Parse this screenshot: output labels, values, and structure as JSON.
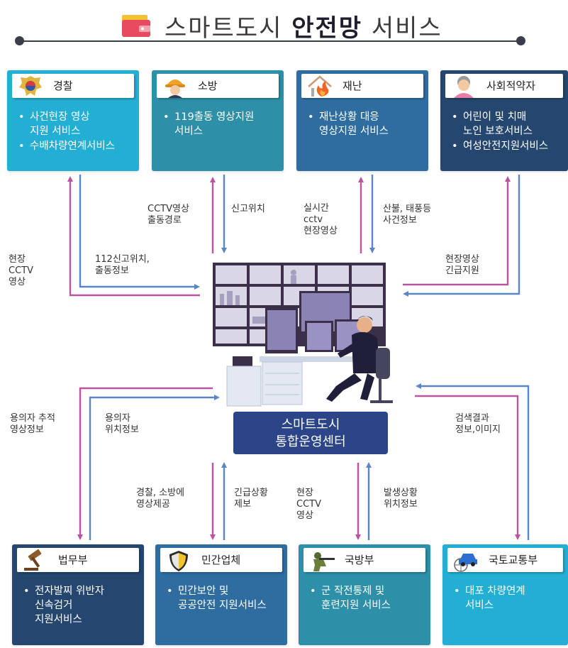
{
  "title": {
    "prefix": "스마트도시 ",
    "bold": "안전망",
    "suffix": " 서비스"
  },
  "center": {
    "line1": "스마트도시",
    "line2": "통합운영센터"
  },
  "top_agencies": [
    {
      "name": "경찰",
      "items": [
        "사건현장 영상",
        "지원 서비스",
        "수배차량연계서비스"
      ],
      "color": "#23aed3",
      "icon": "police-badge-icon"
    },
    {
      "name": "소방",
      "items": [
        "119출동 영상지원",
        "서비스"
      ],
      "color": "#2d8fa8",
      "icon": "firefighter-icon"
    },
    {
      "name": "재난",
      "items": [
        "재난상황 대응",
        "영상지원 서비스"
      ],
      "color": "#2f6da1",
      "icon": "house-fire-icon"
    },
    {
      "name": "사회적약자",
      "items": [
        "어린이 및 치매",
        "노인 보호서비스",
        "여성안전지원서비스"
      ],
      "color": "#25476f",
      "icon": "elderly-person-icon"
    }
  ],
  "bottom_agencies": [
    {
      "name": "법무부",
      "items": [
        "전자발찌 위반자",
        "신속검거",
        "지원서비스"
      ],
      "color": "#25476f",
      "icon": "gavel-icon"
    },
    {
      "name": "민간업체",
      "items": [
        "민간보안 및",
        "공공안전 지원서비스"
      ],
      "color": "#2f6da1",
      "icon": "shield-icon"
    },
    {
      "name": "국방부",
      "items": [
        "군 작전통제 및",
        "훈련지원 서비스"
      ],
      "color": "#2d8fa8",
      "icon": "soldier-icon"
    },
    {
      "name": "국토교통부",
      "items": [
        "대포 차량연계",
        "서비스"
      ],
      "color": "#23aed3",
      "icon": "car-icon"
    }
  ],
  "edge_labels": {
    "police_out_1": "현장",
    "police_out_2": "CCTV",
    "police_out_3": "영상",
    "police_in_1": "112신고위치,",
    "police_in_2": "출동정보",
    "fire_out_1": "CCTV영상",
    "fire_out_2": "출동경로",
    "fire_in": "신고위치",
    "disaster_out_1": "실시간",
    "disaster_out_2": "cctv",
    "disaster_out_3": "현장영상",
    "disaster_in_1": "산불, 태풍등",
    "disaster_in_2": "사건정보",
    "social_1": "현장영상",
    "social_2": "긴급지원",
    "justice_out_1": "용의자 추적",
    "justice_out_2": "영상정보",
    "justice_in_1": "용의자",
    "justice_in_2": "위치정보",
    "private_out_1": "경찰, 소방에",
    "private_out_2": "영상제공",
    "private_in_1": "긴급상황",
    "private_in_2": "제보",
    "defense_out_1": "현장",
    "defense_out_2": "CCTV",
    "defense_out_3": "영상",
    "defense_in_1": "발생상황",
    "defense_in_2": "위치정보",
    "transport_1": "검색결과",
    "transport_2": "정보,이미지"
  },
  "colors": {
    "arrow_purple": "#b8559e",
    "arrow_blue": "#5a86c6",
    "center_box": "#2c4588"
  }
}
